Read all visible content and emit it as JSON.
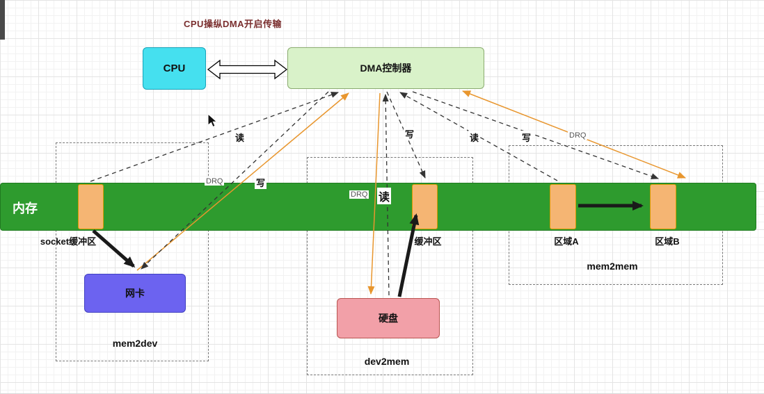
{
  "title": "CPU操纵DMA开启传输",
  "nodes": {
    "cpu": "CPU",
    "dma_controller": "DMA控制器",
    "memory": "内存",
    "network_card": "网卡",
    "hard_disk": "硬盘"
  },
  "memory_regions": {
    "socket_buffer": "socket缓冲区",
    "buffer": "缓冲区",
    "region_a": "区域A",
    "region_b": "区域B"
  },
  "groups": {
    "mem2dev": "mem2dev",
    "dev2mem": "dev2mem",
    "mem2mem": "mem2mem"
  },
  "edge_labels": {
    "read_socket_to_dma": "读",
    "write_dma_to_nic": "写",
    "drq_nic_to_dma": "DRQ",
    "write_dma_to_buffer": "写",
    "read_region_a_to_dma": "读",
    "write_dma_to_region_b": "写",
    "drq_mem2mem": "DRQ",
    "drq_disk": "DRQ",
    "read_disk_to_dma": "读"
  },
  "colors": {
    "cpu_fill": "#45e0ef",
    "dma_fill": "#d9f2c9",
    "memory_fill": "#2e9b2e",
    "region_fill": "#f5b573",
    "network_card_fill": "#6c63f0",
    "hard_disk_fill": "#f2a0a8",
    "orange_arrow": "#e8962e",
    "dashed_arrow": "#333333"
  }
}
